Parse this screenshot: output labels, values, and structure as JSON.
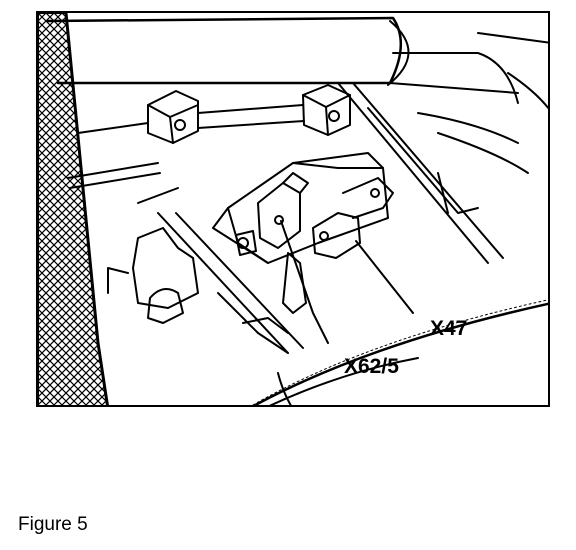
{
  "figure": {
    "caption": "Figure 5",
    "callouts": {
      "x47": "X47",
      "x62_5": "X62/5"
    }
  },
  "colors": {
    "ink": "#000000",
    "paper": "#ffffff"
  }
}
